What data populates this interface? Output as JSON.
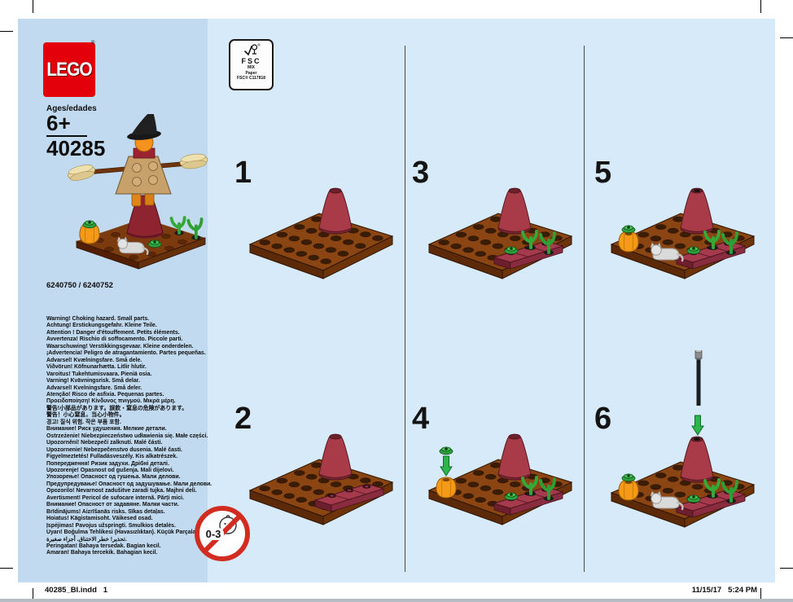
{
  "header": {
    "logo_text": "LEGO",
    "logo_reg": "®",
    "ages_label": "Ages/edades",
    "age": "6+",
    "set_number": "40285",
    "element_ids": "6240750 / 6240752"
  },
  "fsc_label": {
    "acronym": "FSC",
    "lines": [
      "MIX",
      "Paper",
      "FSC® C117818"
    ]
  },
  "steps": [
    {
      "number": "1"
    },
    {
      "number": "2"
    },
    {
      "number": "3"
    },
    {
      "number": "4"
    },
    {
      "number": "5"
    },
    {
      "number": "6"
    }
  ],
  "warnings": [
    "Warning! Choking hazard. Small parts.",
    "Achtung! Erstickungsgefahr. Kleine Teile.",
    "Attention ! Danger d'étouffement. Petits éléments.",
    "Avvertenza! Rischio di soffocamento. Piccole parti.",
    "Waarschuwing! Verstikkingsgevaar. Kleine onderdelen.",
    "¡Advertencia! Peligro de atragantamiento. Partes pequeñas.",
    "Advarsel! Kvælningsfare. Små dele.",
    "Viðvörun! Köfnunarhætta. Litlir hlutir.",
    "Varoitus! Tukehtumisvaara. Pieniä osia.",
    "Varning! Kvävningsrisk. Små delar.",
    "Advarsel! Kvelningsfare. Små deler.",
    "Atenção! Risco de asfixia. Pequenas partes.",
    "Προειδοποίηση! Κίνδυνος πνιγμού. Μικρά μέρη.",
    "警告!小部品があります。誤飲・窒息の危険があります。",
    "警告！小心窒息，当心小物件。",
    "경고! 질식 위험. 작은 부품 포함.",
    "Внимание! Риск удушения. Мелкие детали.",
    "Ostrzeżenie! Niebezpieczeństwo udławienia się. Małe części.",
    "Upozornění! Nebezpečí zalknutí. Malé části.",
    "Upozornenie! Nebezpečenstvo dusenia. Malé časti.",
    "Figyelmeztetés! Fulladásveszély. Kis alkatrészek.",
    "Попередження! Ризик задухи. Дрібні деталі.",
    "Upozorenje! Opasnost od gušenja. Mali dijelovi.",
    "Упозорење! Опасност од гушења. Мали делови.",
    "Предупредување! Опасност од задушување. Мали делови.",
    "Opozorilo! Nevarnost zadušitve zaradi tujka. Majhni deli.",
    "Avertisment! Pericol de sufocare internă. Părți mici.",
    "Внимание! Опасност от задавяне. Малки части.",
    "Brīdinājums! Aizrīšanās risks. Sīkas detaļas.",
    "Hoiatus! Kägistamisoht. Väikesed osad.",
    "Įspėjimas! Pavojus užspringti. Smulkios detalės.",
    "Uyarı! Boğulma Tehlikesi (Havasızlıktan). Küçük Parçalar.",
    "تحذير! خطر الاختناق. أجزاء صغيرة.",
    "Peringatan! Bahaya tersedak. Bagian kecil.",
    "Amaran! Bahaya tercekik. Bahagian kecil."
  ],
  "age_warning": {
    "label": "0-3"
  },
  "footer": {
    "left": "40285_BI.indd   1",
    "right": "11/15/17   5:24 PM"
  },
  "colors": {
    "lego_red": "#e3000b",
    "panel_blue": "#c1daef",
    "page_blue": "#d7eafa",
    "brick_brown": "#8a4512",
    "dark_red_cone": "#a93a47",
    "plant_green": "#35a839",
    "pumpkin_orange": "#f59a18",
    "warning_red": "#d22b20"
  }
}
